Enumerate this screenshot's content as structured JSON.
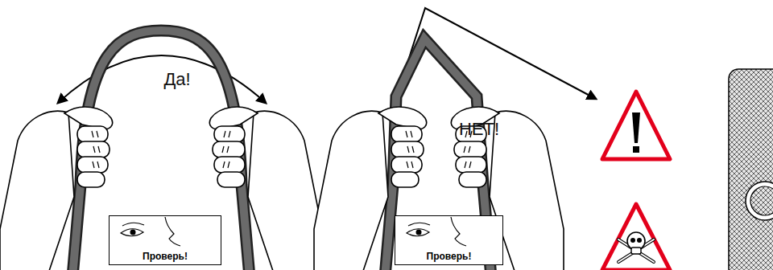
{
  "diagram": {
    "nodes": [
      {
        "text": [
          "Проверь!"
        ]
      },
      {
        "text": [
          "Проверь!"
        ]
      }
    ],
    "labels": [
      "Да!",
      "НЕТ!"
    ]
  }
}
